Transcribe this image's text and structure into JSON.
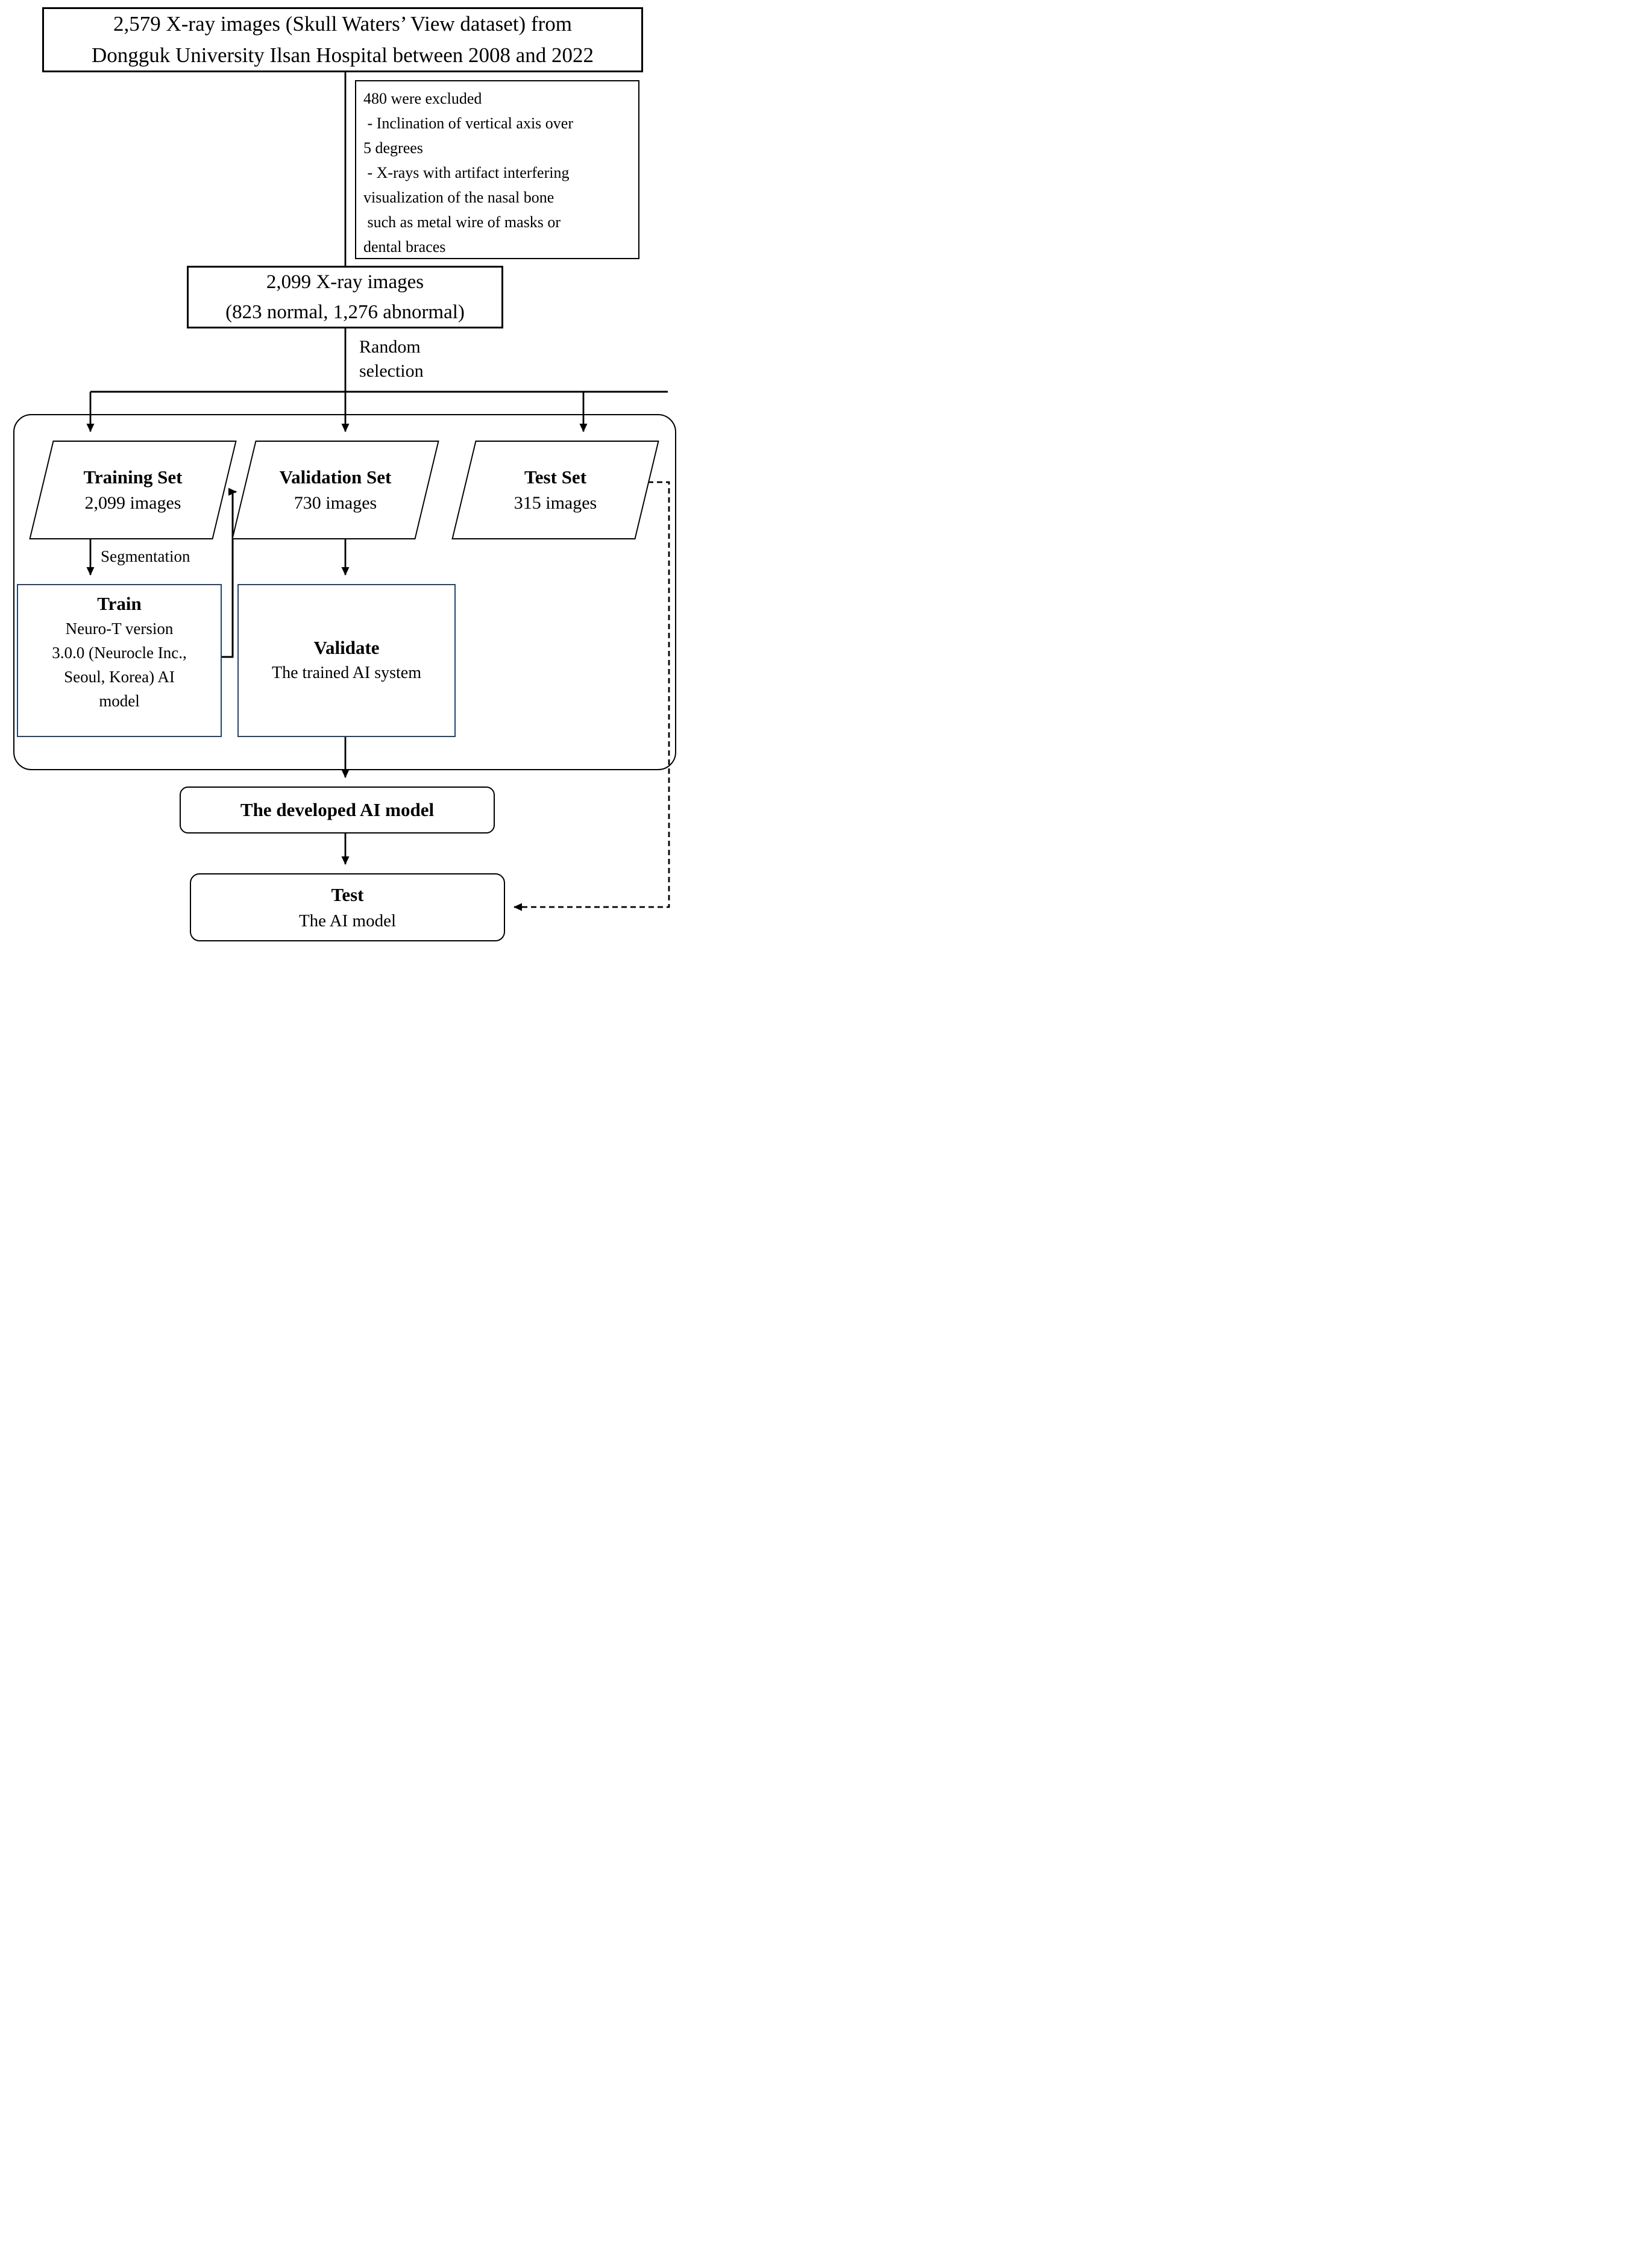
{
  "colors": {
    "line": "#000000",
    "process_border": "#24466b",
    "background": "#ffffff"
  },
  "source_box": {
    "line1": "2,579 X-ray images (Skull Waters’ View dataset) from",
    "line2": "Dongguk University Ilsan Hospital between 2008 and 2022"
  },
  "exclusion_box": {
    "title": "480 were excluded",
    "items": [
      " - Inclination of vertical axis over",
      "5 degrees",
      " - X-rays with artifact interfering",
      "visualization of the nasal bone",
      " such as metal wire of masks or",
      "dental braces"
    ]
  },
  "count_box": {
    "line1": "2,099 X-ray images",
    "line2": "(823 normal, 1,276 abnormal)"
  },
  "edge_labels": {
    "random_selection_line1": "Random",
    "random_selection_line2": "selection",
    "segmentation": "Segmentation"
  },
  "dataset_shapes": {
    "training": {
      "title": "Training Set",
      "count": "2,099 images"
    },
    "validation": {
      "title": "Validation Set",
      "count": "730 images"
    },
    "test": {
      "title": "Test Set",
      "count": "315 images"
    }
  },
  "process_boxes": {
    "train": {
      "title": "Train",
      "lines": [
        "Neuro-T version",
        "3.0.0 (Neurocle Inc.,",
        "Seoul, Korea) AI",
        "model"
      ]
    },
    "validate": {
      "title": "Validate",
      "subtitle": "The trained AI system"
    }
  },
  "output_boxes": {
    "developed": {
      "title": "The developed AI model"
    },
    "test": {
      "title": "Test",
      "subtitle": "The AI model"
    }
  }
}
